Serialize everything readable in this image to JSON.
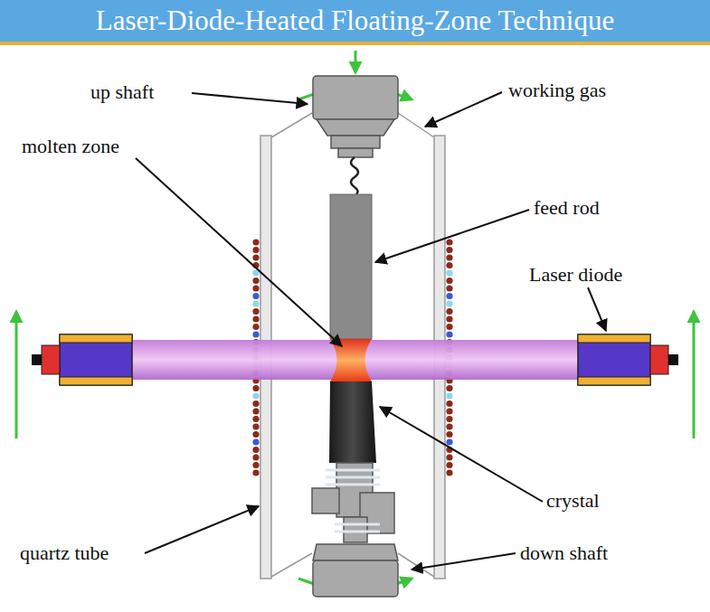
{
  "diagram": {
    "title": "Laser-Diode-Heated Floating-Zone Technique",
    "labels": [
      "up shaft",
      "working gas",
      "molten zone",
      "feed rod",
      "Laser diode",
      "crystal",
      "quartz tube",
      "down shaft"
    ]
  }
}
